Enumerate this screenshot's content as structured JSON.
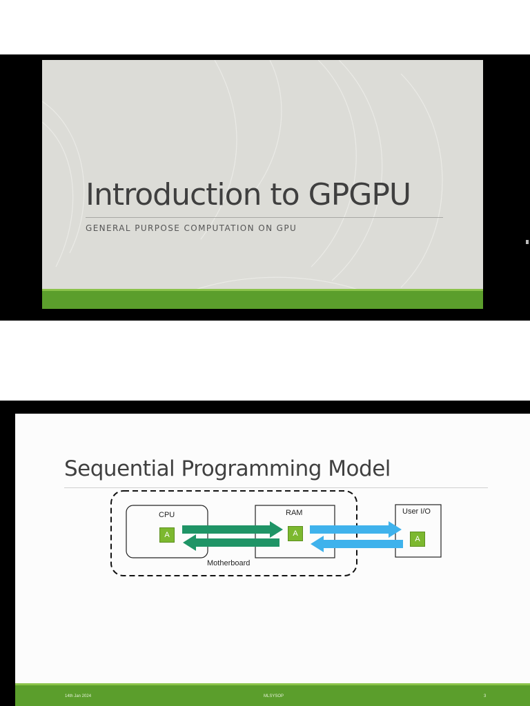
{
  "slide1": {
    "title": "Introduction to GPGPU",
    "subtitle": "GENERAL PURPOSE COMPUTATION ON GPU"
  },
  "slide2": {
    "title": "Sequential Programming Model",
    "diagram": {
      "cpu_label": "CPU",
      "ram_label": "RAM",
      "io_label": "User I/O",
      "motherboard_label": "Motherboard",
      "chip_label": "A"
    },
    "footer": {
      "date": "14th Jan 2024",
      "center": "MLSYSOP",
      "page_number": "3"
    }
  },
  "colors": {
    "accent_green": "#5b9e2c",
    "light_green": "#8bc34a",
    "arrow_green": "#1f9466",
    "arrow_blue": "#3fb2ec",
    "chip_green": "#7cb82f"
  }
}
